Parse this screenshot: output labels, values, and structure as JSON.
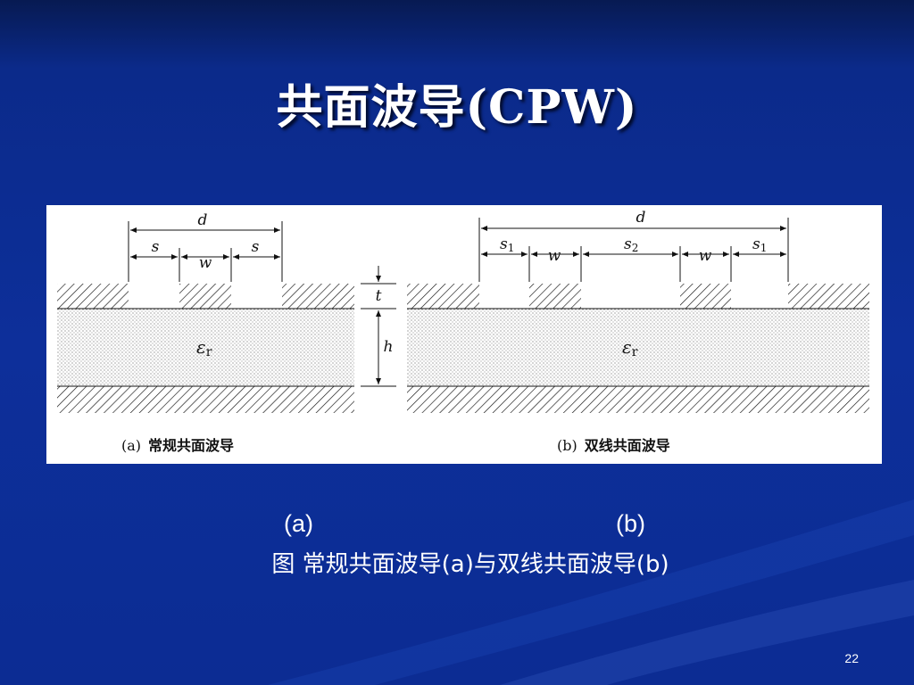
{
  "slide": {
    "title": "共面波导(CPW)",
    "page_number": "22",
    "caption": "图 常规共面波导(a)与双线共面波导(b)",
    "label_a": "(a)",
    "label_b": "(b)"
  },
  "figure": {
    "panel_a": {
      "caption_tag": "(a)",
      "caption_text": "常规共面波导",
      "dim_d": "d",
      "dim_s_left": "s",
      "dim_s_right": "s",
      "dim_w": "w",
      "epsilon": "ε",
      "epsilon_sub": "r",
      "dim_t": "t",
      "dim_h": "h"
    },
    "panel_b": {
      "caption_tag": "(b)",
      "caption_text": "双线共面波导",
      "dim_d": "d",
      "dim_s1_left": "s",
      "dim_s1_left_sub": "1",
      "dim_w_left": "w",
      "dim_s2": "s",
      "dim_s2_sub": "2",
      "dim_w_right": "w",
      "dim_s1_right": "s",
      "dim_s1_right_sub": "1",
      "epsilon": "ε",
      "epsilon_sub": "r"
    }
  },
  "colors": {
    "background": "#0d2f9a",
    "text": "#ffffff",
    "figure_bg": "#ffffff",
    "ink": "#111111"
  }
}
